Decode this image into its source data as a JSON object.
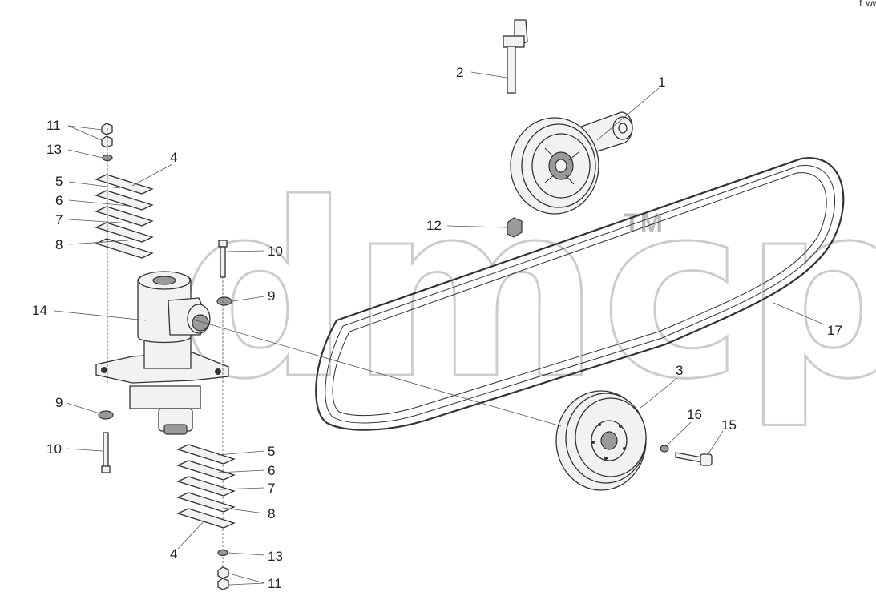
{
  "diagram": {
    "watermark": "dmcp",
    "trademark": "TM",
    "corner_mark": "ᶠ ʷʷ",
    "callouts": {
      "belt_17": "17",
      "idler_1": "1",
      "stud_2": "2",
      "nut_12": "12",
      "pulley_3": "3",
      "washer_16": "16",
      "bolt_15": "15",
      "gearbox_14": "14",
      "nuts_11_top": "11",
      "washer_13_top": "13",
      "shim_4_top": "4",
      "shim_5_top": "5",
      "shim_6_top": "6",
      "shim_7_top": "7",
      "shim_8_top": "8",
      "bolt_10_top": "10",
      "washer_9_top": "9",
      "washer_9_bottom": "9",
      "bolt_10_bottom": "10",
      "shim_5_bottom": "5",
      "shim_6_bottom": "6",
      "shim_7_bottom": "7",
      "shim_8_bottom": "8",
      "shim_4_bottom": "4",
      "washer_13_bottom": "13",
      "nuts_11_bottom": "11"
    }
  }
}
